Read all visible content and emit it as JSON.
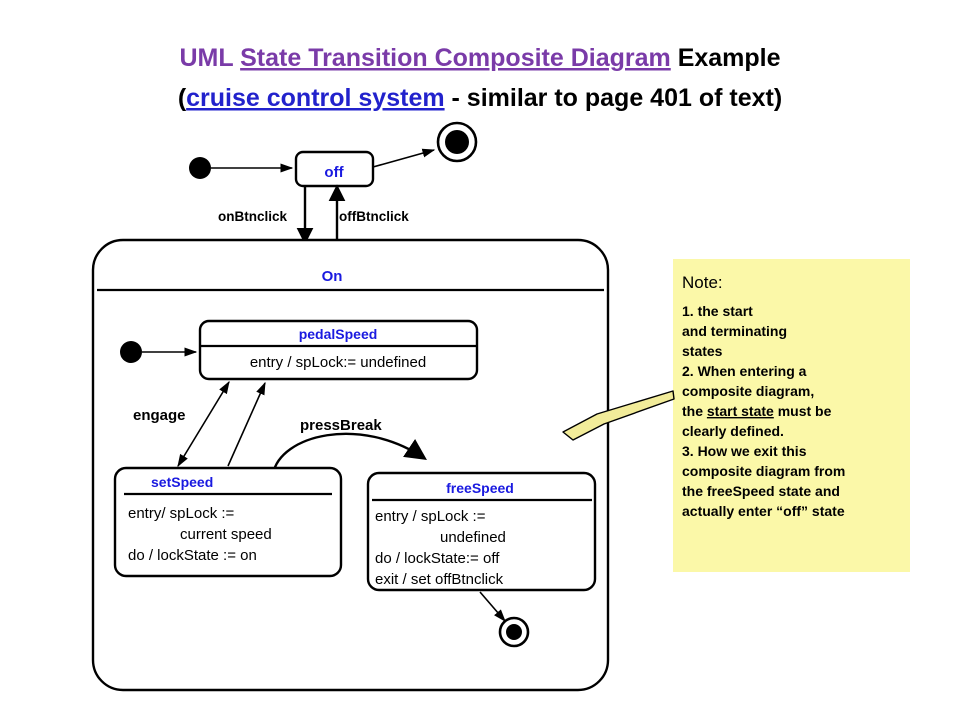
{
  "title": {
    "line1_part1": "UML ",
    "line1_part2": "State Transition Composite Diagram",
    "line1_part3": " Example",
    "line2_part1": "(",
    "line2_part2": "cruise control system",
    "line2_part3": " - similar to page 401 of text)",
    "color_purple": "#7a3ba8",
    "color_blue": "#2222cc",
    "color_black": "#000000"
  },
  "states": {
    "off": {
      "name": "off"
    },
    "on": {
      "name": "On"
    },
    "pedalSpeed": {
      "name": "pedalSpeed",
      "body": [
        "entry / spLock:= undefined"
      ]
    },
    "setSpeed": {
      "name": "setSpeed",
      "body": [
        "entry/ spLock :=",
        "current speed",
        "do / lockState := on"
      ]
    },
    "freeSpeed": {
      "name": "freeSpeed",
      "body": [
        "entry / spLock :=",
        "undefined",
        "do / lockState:= off",
        "exit / set offBtnclick"
      ]
    }
  },
  "transitions": {
    "onBtnclick": "onBtnclick",
    "offBtnclick": "offBtnclick",
    "engage": "engage",
    "pressBreak": "pressBreak"
  },
  "note": {
    "heading": "Note:",
    "lines": [
      "1.  the start",
      "and terminating",
      "states",
      "2. When entering a",
      "composite diagram,",
      "the start state must be",
      "clearly defined.",
      "3. How we exit this",
      "composite diagram from",
      "the freeSpeed state and",
      "actually enter “off” state"
    ],
    "line_underlined_prefix": "the ",
    "line_underlined_word": "start state",
    "line_underlined_suffix": " must be",
    "background": "#fbf8a8",
    "arrow_fill": "#f2ec9a"
  },
  "icons": {
    "initial_state": "initial-state-icon",
    "final_state": "final-state-icon"
  }
}
